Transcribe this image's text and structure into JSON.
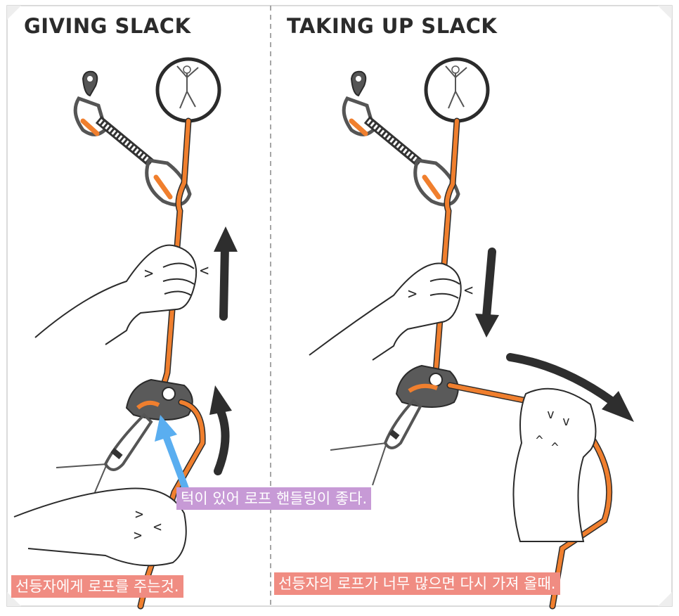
{
  "panels": [
    {
      "heading": "GIVING SLACK",
      "caption": "선등자에게 로프를 주는것."
    },
    {
      "heading": "TAKING UP SLACK",
      "caption": "선등자의 로프가 너무 많으면 다시 가져 올때."
    }
  ],
  "annotation": {
    "text": "턱이 있어 로프 핸들링이 좋다."
  },
  "hand_marks": {
    "open": ">",
    "close": "<",
    "down": "v",
    "up": "^"
  },
  "colors": {
    "rope": "#f07f2e",
    "arrow": "#2e2e2e",
    "callout": "#5aaef0",
    "device": "#5a5a5a"
  }
}
